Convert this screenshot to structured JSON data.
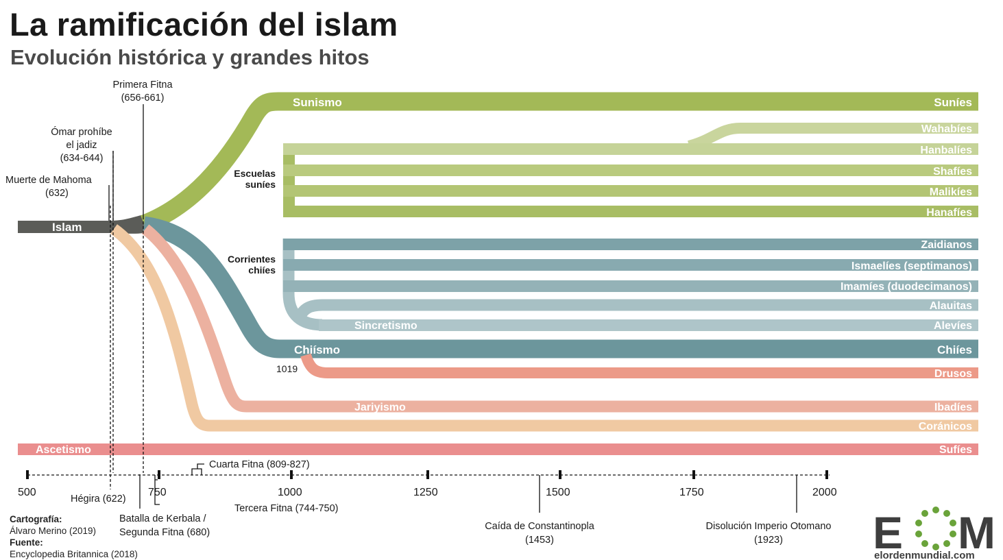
{
  "header": {
    "title": "La ramificación del islam",
    "subtitle": "Evolución histórica y grandes hitos"
  },
  "diagram": {
    "root": {
      "label": "Islam",
      "color": "#5b5c58"
    },
    "axis": {
      "range": [
        500,
        2000
      ],
      "ticks": [
        500,
        750,
        1000,
        1250,
        1500,
        1750,
        2000
      ],
      "tick_labels": [
        "500",
        "750",
        "1000",
        "1250",
        "1500",
        "1750",
        "2000"
      ]
    },
    "events": {
      "muerte_mahoma": "Muerte de Mahoma\n(632)",
      "omar": "Ómar prohíbe\nel jadiz\n(634-644)",
      "primera_fitna": "Primera Fitna\n(656-661)",
      "hegira": "Hégira (622)",
      "kerbala": "Batalla de Kerbala /\nSegunda Fitna (680)",
      "tercera_fitna": "Tercera Fitna (744-750)",
      "cuarta_fitna": "Cuarta Fitna (809-827)",
      "constantinopla": "Caída de Constantinopla\n(1453)",
      "otomano": "Disolución Imperio Otomano\n(1923)",
      "drusos_year": "1019"
    },
    "groups": {
      "escuelas": "Escuelas\nsuníes",
      "corrientes": "Corrientes\nchiíes"
    },
    "branches": {
      "sunismo": {
        "label": "Sunismo",
        "end": "Suníes",
        "color": "#a3b957"
      },
      "wahabies": {
        "end": "Wahabíes",
        "color": "#c9d59d"
      },
      "hanbalies": {
        "end": "Hanbalíes",
        "color": "#c5d398"
      },
      "shafies": {
        "end": "Shafíes",
        "color": "#b9ca7e"
      },
      "malikies": {
        "end": "Malikíes",
        "color": "#b3c574"
      },
      "hanafies": {
        "end": "Hanafíes",
        "color": "#a8bd64"
      },
      "zaidianos": {
        "end": "Zaidianos",
        "color": "#7da2a8"
      },
      "ismaelies": {
        "end": "Ismaelíes (septimanos)",
        "color": "#88aab0"
      },
      "imamies": {
        "end": "Imamíes (duodecimanos)",
        "color": "#94b2b7"
      },
      "alauitas": {
        "end": "Alauitas",
        "color": "#a7c0c4"
      },
      "alevies": {
        "label": "Sincretismo",
        "end": "Alevíes",
        "color": "#aec5c9"
      },
      "chiismo": {
        "label": "Chiísmo",
        "end": "Chiíes",
        "color": "#6c969c"
      },
      "drusos": {
        "end": "Drusos",
        "color": "#ec9a88"
      },
      "jariyismo": {
        "label": "Jariyismo",
        "end": "Ibadíes",
        "color": "#ecb1a0"
      },
      "coranicos": {
        "end": "Coránicos",
        "color": "#f0c9a2"
      },
      "ascetismo": {
        "label": "Ascetismo",
        "end": "Sufíes",
        "color": "#ea8e8e"
      }
    }
  },
  "credits": {
    "carto_label": "Cartografía:",
    "carto_value": "Álvaro Merino (2019)",
    "source_label": "Fuente:",
    "source_value": "Encyclopedia Britannica (2018)"
  },
  "logo": {
    "letters": "E M",
    "url_text": "elordenmundial.com",
    "color": "#3e3e3e",
    "dot_color": "#6aa33a"
  }
}
